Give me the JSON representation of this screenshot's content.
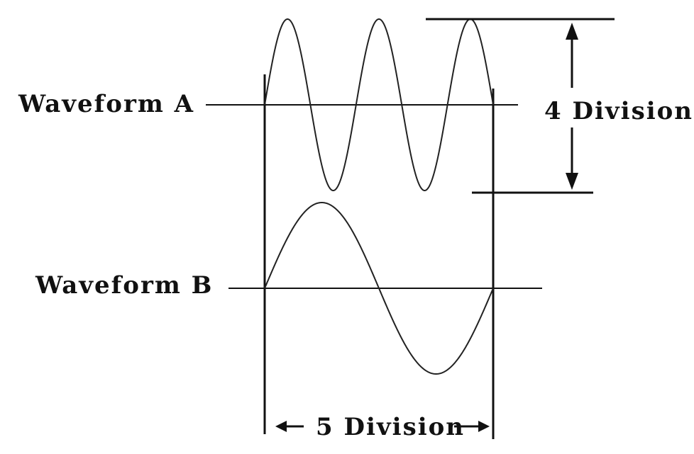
{
  "labels": {
    "waveform_a": "Waveform A",
    "waveform_b": "Waveform B",
    "vertical_span": "4 Division",
    "horizontal_span": "5 Division"
  },
  "waveform_a": {
    "cycles_in_span": 2.5,
    "peak_to_peak_divisions": 4
  },
  "waveform_b": {
    "cycles_in_span": 1
  },
  "span_divisions": 5,
  "colors": {
    "ink": "#111111",
    "background": "#ffffff"
  }
}
